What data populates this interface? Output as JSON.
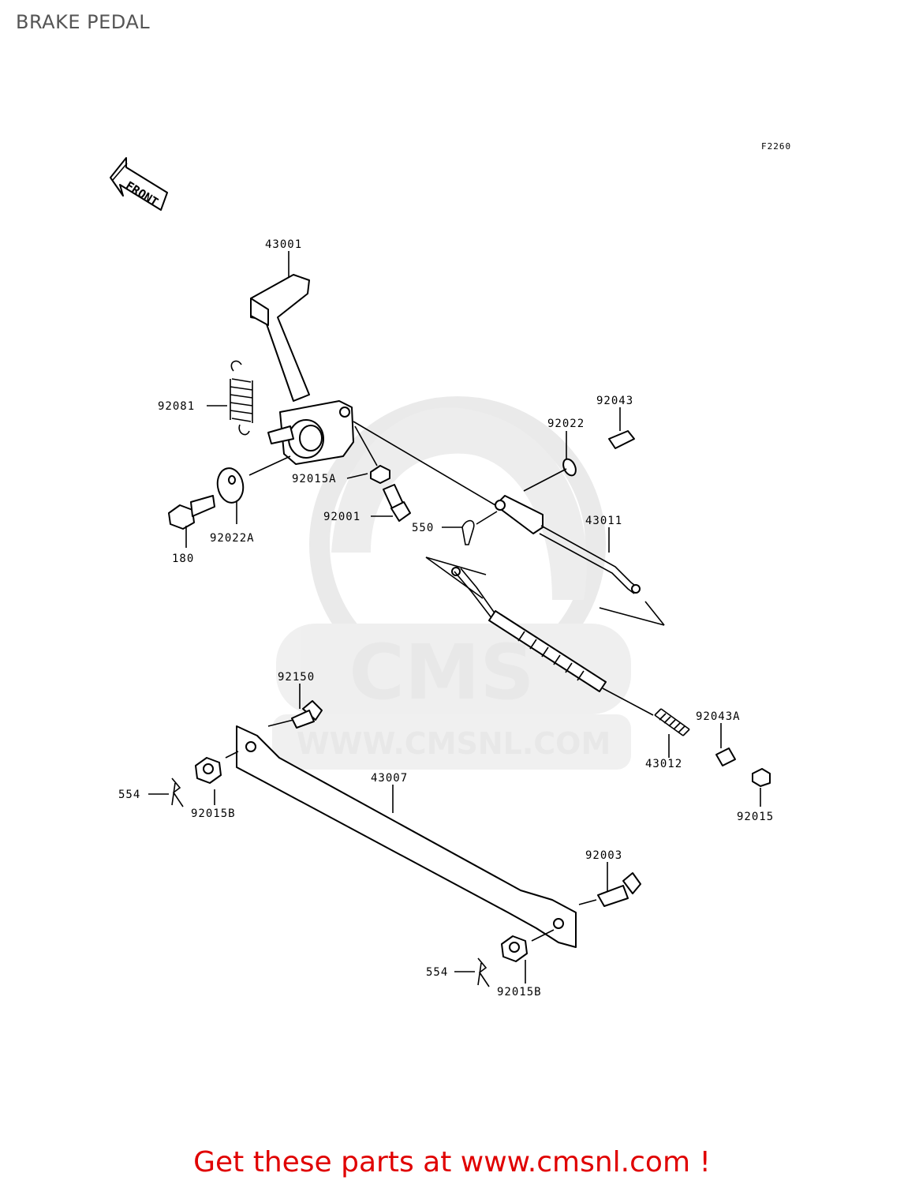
{
  "header": {
    "title": "BRAKE PEDAL"
  },
  "figure_code": "F2260",
  "front_arrow_label": "FRONT",
  "watermark": {
    "logo_text": "CMS",
    "url_text": "WWW.CMSNL.COM",
    "color": "#e6e6e6"
  },
  "callouts": [
    "43001",
    "92081",
    "92015A",
    "92001",
    "180",
    "92022A",
    "92043",
    "92022",
    "550",
    "43011",
    "92150",
    "92043A",
    "43012",
    "554",
    "92015B",
    "43007",
    "92015",
    "92003",
    "554",
    "92015B"
  ],
  "footer": {
    "promo_text": "Get these parts at www.cmsnl.com !",
    "color": "#e00000"
  }
}
